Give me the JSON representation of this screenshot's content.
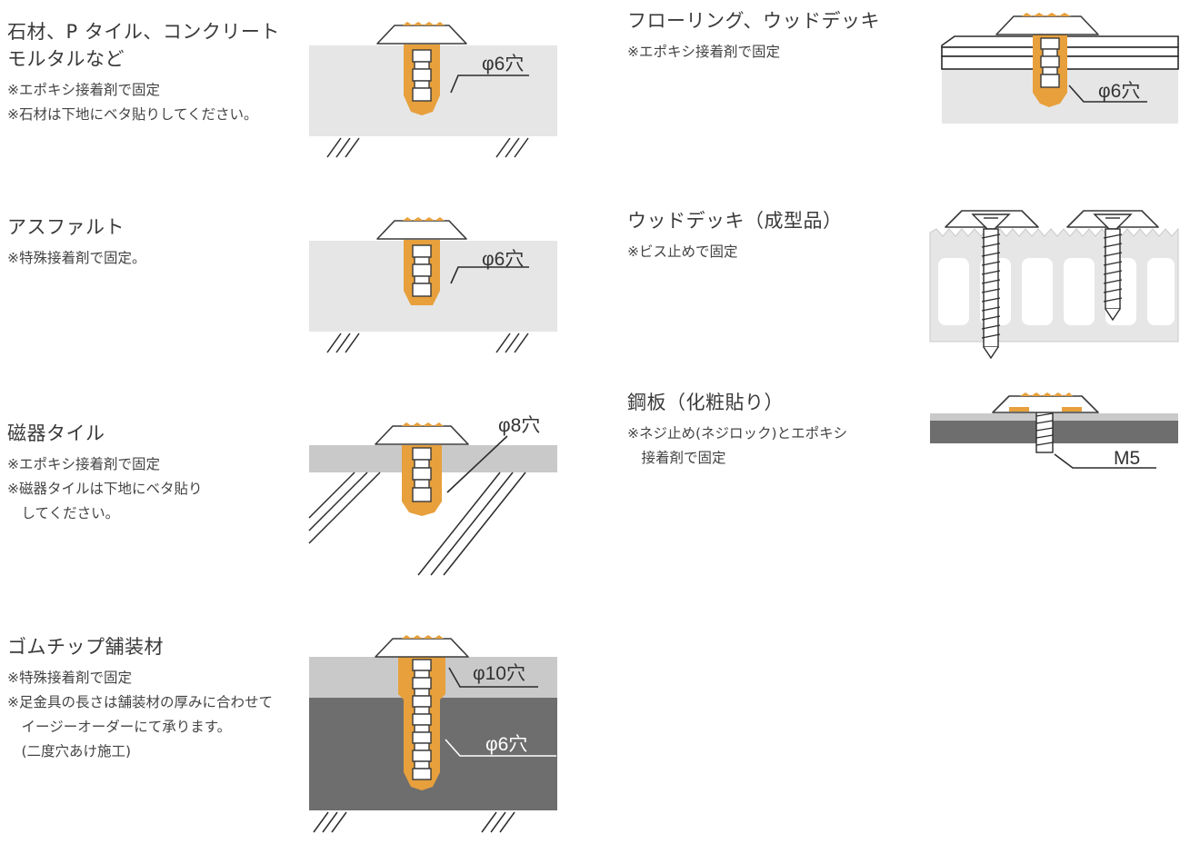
{
  "sections": [
    {
      "id": "stone",
      "title_lines": [
        "石材、P タイル、コンクリート",
        "モルタルなど"
      ],
      "notes": [
        "※エポキシ接着剤で固定",
        "※石材は下地にベタ貼りしてください。"
      ],
      "labels": [
        "φ6穴"
      ]
    },
    {
      "id": "asphalt",
      "title_lines": [
        "アスファルト"
      ],
      "notes": [
        "※特殊接着剤で固定。"
      ],
      "labels": [
        "φ6穴"
      ]
    },
    {
      "id": "porcelain",
      "title_lines": [
        "磁器タイル"
      ],
      "notes": [
        "※エポキシ接着剤で固定",
        "※磁器タイルは下地にベタ貼り",
        "　してください。"
      ],
      "labels": [
        "φ8穴"
      ]
    },
    {
      "id": "rubber",
      "title_lines": [
        "ゴムチップ舗装材"
      ],
      "notes": [
        "※特殊接着剤で固定",
        "※足金具の長さは舗装材の厚みに合わせて",
        "　イージーオーダーにて承ります。",
        "　(二度穴あけ施工)"
      ],
      "labels": [
        "φ10穴",
        "φ6穴"
      ]
    },
    {
      "id": "flooring",
      "title_lines": [
        "フローリング、ウッドデッキ"
      ],
      "notes": [
        "※エポキシ接着剤で固定"
      ],
      "labels": [
        "φ6穴"
      ]
    },
    {
      "id": "wooddeck",
      "title_lines": [
        "ウッドデッキ（成型品）"
      ],
      "notes": [
        "※ビス止めで固定"
      ],
      "labels": []
    },
    {
      "id": "steel",
      "title_lines": [
        "鋼板（化粧貼り）"
      ],
      "notes": [
        "※ネジ止め(ネジロック)とエポキシ",
        "　接着剤で固定"
      ],
      "labels": [
        "M5"
      ]
    }
  ],
  "colors": {
    "orange": "#e7a03c",
    "light_gray": "#e6e6e6",
    "mid_gray": "#c9c9c9",
    "dark_gray": "#6e6e6e",
    "line": "#2b2b2b",
    "stroke": "#3a3a3a"
  }
}
